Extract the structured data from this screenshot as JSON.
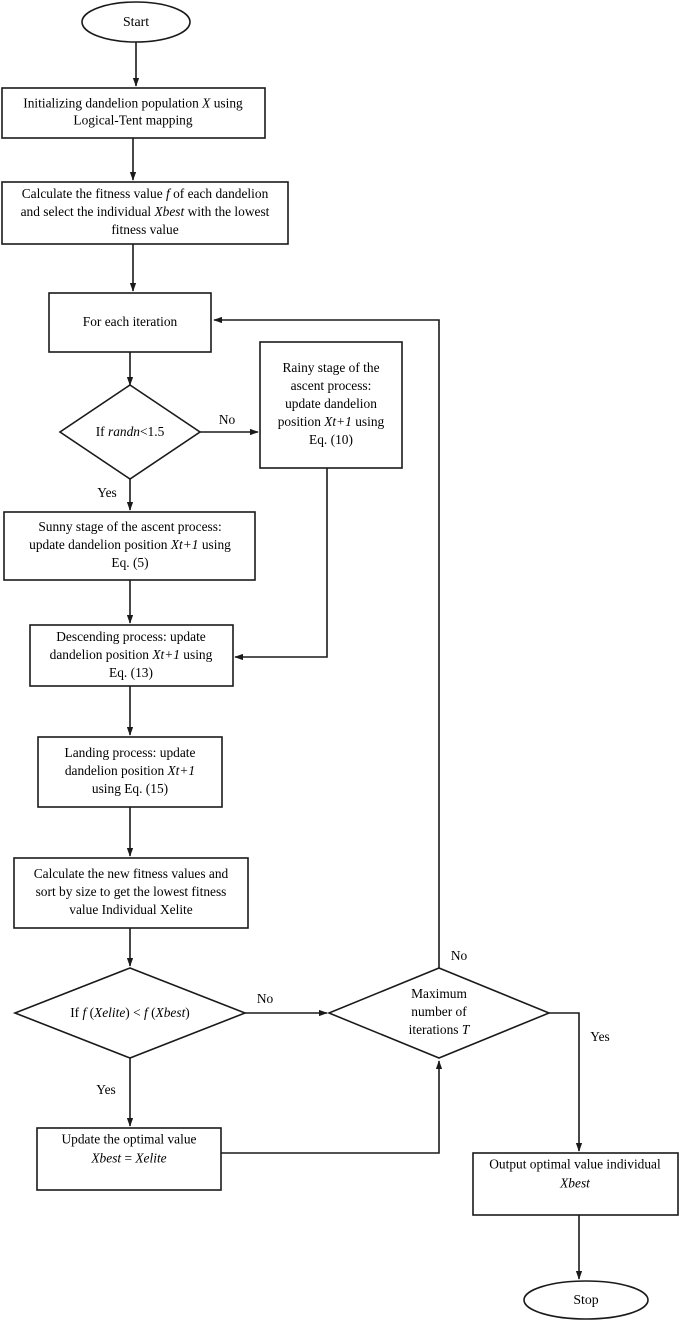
{
  "diagram": {
    "title": "Improved Dandelion Optimizer algorithm flowchart",
    "stroke_color": "#1a1a1a",
    "fill_color": "#ffffff",
    "nodes": {
      "start": {
        "label": "Start",
        "shape": "ellipse"
      },
      "init": {
        "shape": "process",
        "lines": [
          [
            {
              "t": "Initializing dandelion population "
            },
            {
              "t": "X",
              "i": true
            },
            {
              "t": " using"
            }
          ],
          [
            {
              "t": "Logical-Tent mapping"
            }
          ]
        ]
      },
      "fitness": {
        "shape": "process",
        "lines": [
          [
            {
              "t": "Calculate the fitness value "
            },
            {
              "t": "f",
              "i": true
            },
            {
              "t": " of each dandelion"
            }
          ],
          [
            {
              "t": "and select the individual "
            },
            {
              "t": "Xbest",
              "i": true
            },
            {
              "t": " with the lowest"
            }
          ],
          [
            {
              "t": "fitness value"
            }
          ]
        ]
      },
      "iteration": {
        "shape": "process",
        "lines": [
          [
            {
              "t": "For each iteration"
            }
          ]
        ]
      },
      "randn_decision": {
        "shape": "decision",
        "lines": [
          [
            {
              "t": "If "
            },
            {
              "t": "randn",
              "i": true
            },
            {
              "t": "<1.5"
            }
          ]
        ]
      },
      "rainy": {
        "shape": "process",
        "lines": [
          [
            {
              "t": "Rainy stage of the"
            }
          ],
          [
            {
              "t": "ascent process:"
            }
          ],
          [
            {
              "t": "update dandelion"
            }
          ],
          [
            {
              "t": "position "
            },
            {
              "t": "Xt+1",
              "i": true
            },
            {
              "t": " using"
            }
          ],
          [
            {
              "t": "Eq. (10)"
            }
          ]
        ]
      },
      "sunny": {
        "shape": "process",
        "lines": [
          [
            {
              "t": "Sunny stage of the ascent process:"
            }
          ],
          [
            {
              "t": "update dandelion position "
            },
            {
              "t": "Xt+1",
              "i": true
            },
            {
              "t": " using"
            }
          ],
          [
            {
              "t": "Eq. (5)"
            }
          ]
        ]
      },
      "descending": {
        "shape": "process",
        "lines": [
          [
            {
              "t": "Descending process: update"
            }
          ],
          [
            {
              "t": "dandelion position "
            },
            {
              "t": "Xt+1",
              "i": true
            },
            {
              "t": " using"
            }
          ],
          [
            {
              "t": "Eq. (13)"
            }
          ]
        ]
      },
      "landing": {
        "shape": "process",
        "lines": [
          [
            {
              "t": "Landing process: update"
            }
          ],
          [
            {
              "t": "dandelion position "
            },
            {
              "t": "Xt+1",
              "i": true
            }
          ],
          [
            {
              "t": "using Eq. (15)"
            }
          ]
        ]
      },
      "new_fitness": {
        "shape": "process",
        "lines": [
          [
            {
              "t": "Calculate the new fitness values and"
            }
          ],
          [
            {
              "t": "sort by size to get the lowest fitness"
            }
          ],
          [
            {
              "t": "value Individual Xelite"
            }
          ]
        ]
      },
      "elite_decision": {
        "shape": "decision",
        "lines": [
          [
            {
              "t": "If "
            },
            {
              "t": "f",
              "i": true
            },
            {
              "t": " ("
            },
            {
              "t": "Xelite",
              "i": true
            },
            {
              "t": ") < "
            },
            {
              "t": "f",
              "i": true
            },
            {
              "t": " ("
            },
            {
              "t": "Xbest",
              "i": true
            },
            {
              "t": ")"
            }
          ]
        ]
      },
      "max_iter_decision": {
        "shape": "decision",
        "lines": [
          [
            {
              "t": "Maximum"
            }
          ],
          [
            {
              "t": "number of"
            }
          ],
          [
            {
              "t": "iterations "
            },
            {
              "t": "T",
              "i": true
            }
          ]
        ]
      },
      "update_optimal": {
        "shape": "process",
        "lines": [
          [
            {
              "t": "Update the optimal value"
            }
          ],
          [
            {
              "t": "Xbest",
              "i": true
            },
            {
              "t": " = "
            },
            {
              "t": "Xelite",
              "i": true
            }
          ]
        ]
      },
      "output": {
        "shape": "process",
        "lines": [
          [
            {
              "t": "Output optimal value individual"
            }
          ],
          [
            {
              "t": "Xbest",
              "i": true
            }
          ]
        ]
      },
      "stop": {
        "label": "Stop",
        "shape": "ellipse"
      }
    },
    "edge_labels": {
      "randn_no": "No",
      "randn_yes": "Yes",
      "elite_no": "No",
      "elite_yes": "Yes",
      "max_iter_no": "No",
      "max_iter_yes": "Yes"
    }
  }
}
